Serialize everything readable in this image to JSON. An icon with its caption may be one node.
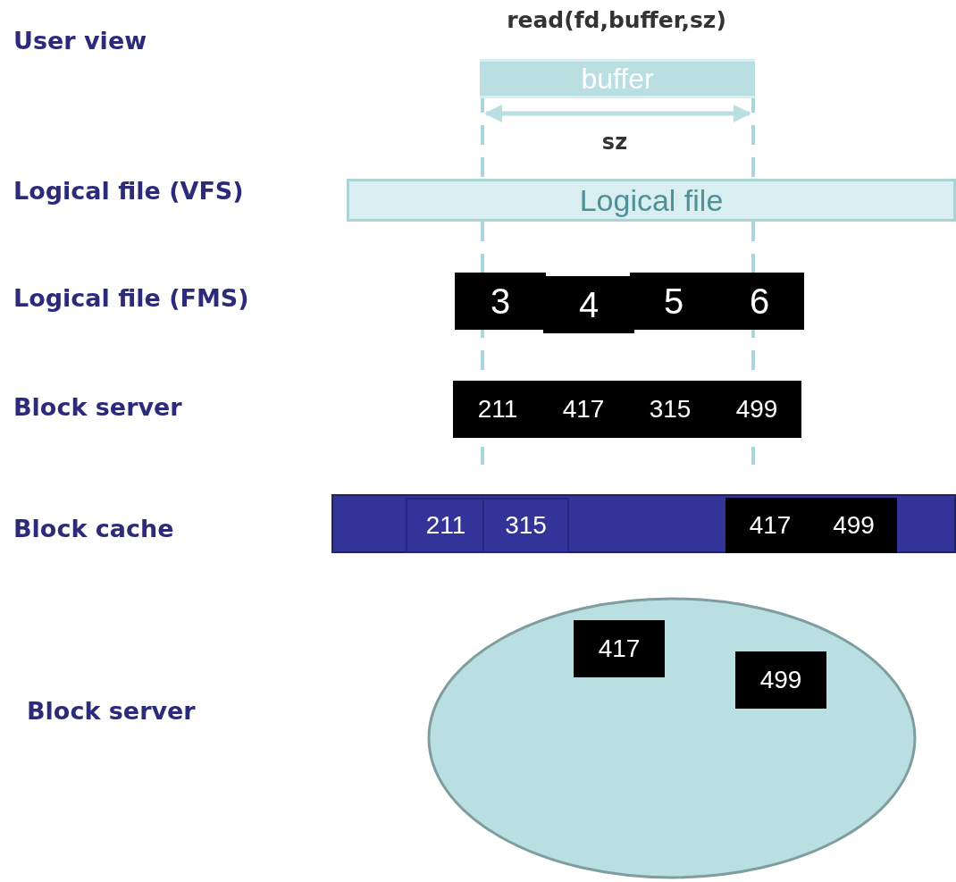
{
  "diagram": {
    "nodes": [
      {
        "text": [
          "buffer"
        ]
      },
      {
        "text": [
          "Logical file"
        ]
      },
      {
        "text": [
          "3"
        ]
      },
      {
        "text": [
          "4"
        ]
      },
      {
        "text": [
          "5"
        ]
      },
      {
        "text": [
          "6"
        ]
      },
      {
        "text": [
          "211"
        ]
      },
      {
        "text": [
          "417"
        ]
      },
      {
        "text": [
          "315"
        ]
      },
      {
        "text": [
          "499"
        ]
      },
      {
        "text": [],
        "shape": "bar"
      },
      {
        "text": [
          "211"
        ],
        "in": 10
      },
      {
        "text": [
          "315"
        ],
        "in": 10
      },
      {
        "text": [
          "417"
        ],
        "in": 10
      },
      {
        "text": [
          "499"
        ],
        "in": 10
      },
      {
        "text": [],
        "shape": "ellipse"
      },
      {
        "text": [
          "417"
        ],
        "in": 15
      },
      {
        "text": [
          "499"
        ],
        "in": 15
      }
    ],
    "edges": [],
    "labels": [
      "User view",
      "read(fd,buffer,sz)",
      "sz",
      "Logical file (VFS)",
      "Logical file (FMS)",
      "Block server",
      "Block cache",
      "Block server"
    ]
  }
}
